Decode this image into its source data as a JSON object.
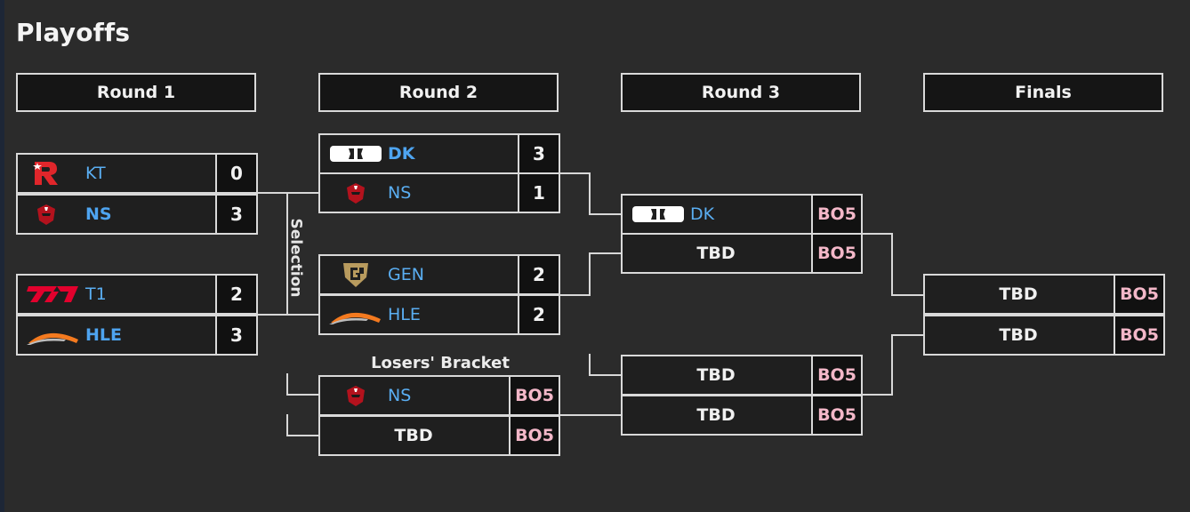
{
  "page": {
    "title": "Playoffs"
  },
  "rounds": [
    "Round 1",
    "Round 2",
    "Round 3",
    "Finals"
  ],
  "labels": {
    "selection": "Selection",
    "losers_bracket": "Losers' Bracket"
  },
  "colors": {
    "background": "#2b2b2b",
    "team_name": "#5aaef2",
    "best_of": "#f3b7c8",
    "border": "#d9d9d9"
  },
  "round1": {
    "match1": {
      "team1": {
        "name": "KT",
        "score": "0",
        "logo": "kt-logo-icon"
      },
      "team2": {
        "name": "NS",
        "score": "3",
        "logo": "ns-logo-icon"
      }
    },
    "match2": {
      "team1": {
        "name": "T1",
        "score": "2",
        "logo": "t1-logo-icon"
      },
      "team2": {
        "name": "HLE",
        "score": "3",
        "logo": "hle-logo-icon"
      }
    }
  },
  "round2": {
    "match1": {
      "team1": {
        "name": "DK",
        "score": "3",
        "logo": "dk-logo-icon"
      },
      "team2": {
        "name": "NS",
        "score": "1",
        "logo": "ns-logo-icon"
      }
    },
    "match2": {
      "team1": {
        "name": "GEN",
        "score": "2",
        "logo": "gen-logo-icon"
      },
      "team2": {
        "name": "HLE",
        "score": "2",
        "logo": "hle-logo-icon"
      }
    },
    "losers": {
      "team1": {
        "name": "NS",
        "score": "BO5",
        "logo": "ns-logo-icon"
      },
      "team2": {
        "name": "TBD",
        "score": "BO5"
      }
    }
  },
  "round3": {
    "match1": {
      "team1": {
        "name": "DK",
        "score": "BO5",
        "logo": "dk-logo-icon"
      },
      "team2": {
        "name": "TBD",
        "score": "BO5"
      }
    },
    "match2": {
      "team1": {
        "name": "TBD",
        "score": "BO5"
      },
      "team2": {
        "name": "TBD",
        "score": "BO5"
      }
    }
  },
  "finals": {
    "match1": {
      "team1": {
        "name": "TBD",
        "score": "BO5"
      },
      "team2": {
        "name": "TBD",
        "score": "BO5"
      }
    }
  }
}
